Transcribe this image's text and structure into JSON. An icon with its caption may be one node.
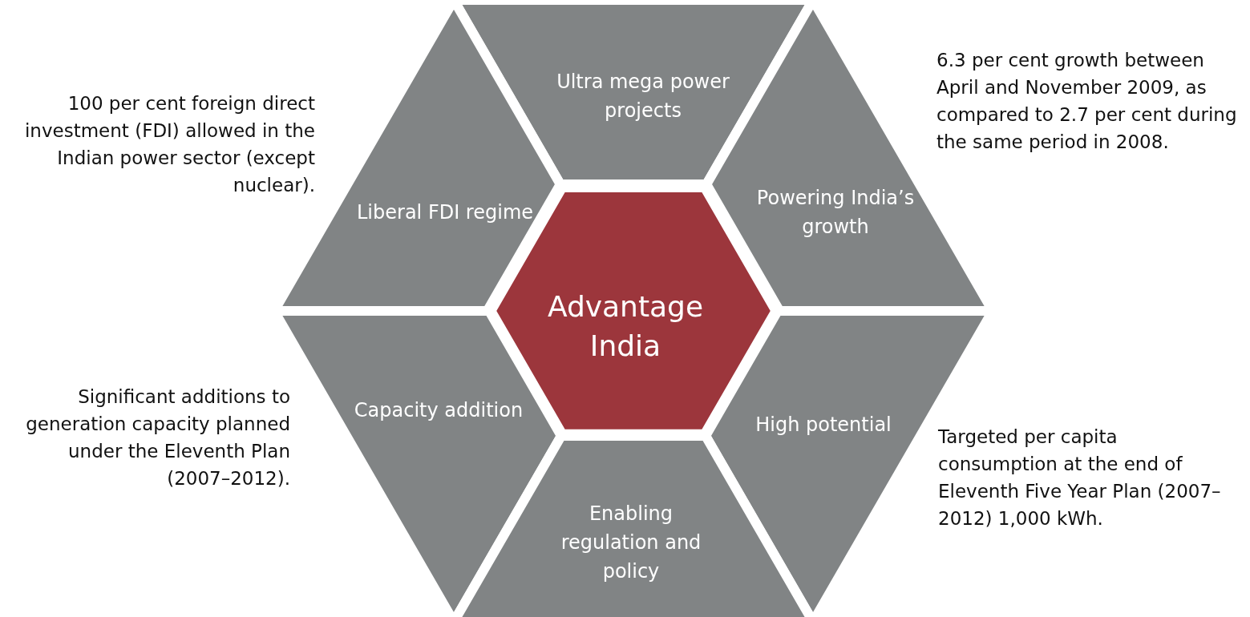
{
  "diagram": {
    "nodes": [
      {
        "text": [
          "Ultra mega power projects"
        ]
      },
      {
        "text": [
          "Liberal FDI regime"
        ],
        "beside": [
          "100 per cent foreign direct investment (FDI) allowed in the Indian power sector (except nuclear)."
        ]
      },
      {
        "text": [
          "Powering India’s growth"
        ],
        "beside": [
          "6.3 per cent growth between April and November 2009, as compared to 2.7 per cent during the same period in 2008."
        ]
      },
      {
        "text": [
          "Advantage India"
        ]
      },
      {
        "text": [
          "Capacity addition"
        ],
        "beside": [
          "Significant additions to generation capacity planned under the Eleventh Plan (2007–2012)."
        ]
      },
      {
        "text": [
          "High potential"
        ],
        "beside": [
          "Targeted per capita consumption at the end of Eleventh Five Year Plan (2007–2012) 1,000 kWh."
        ]
      },
      {
        "text": [
          "Enabling regulation and policy"
        ]
      }
    ]
  }
}
